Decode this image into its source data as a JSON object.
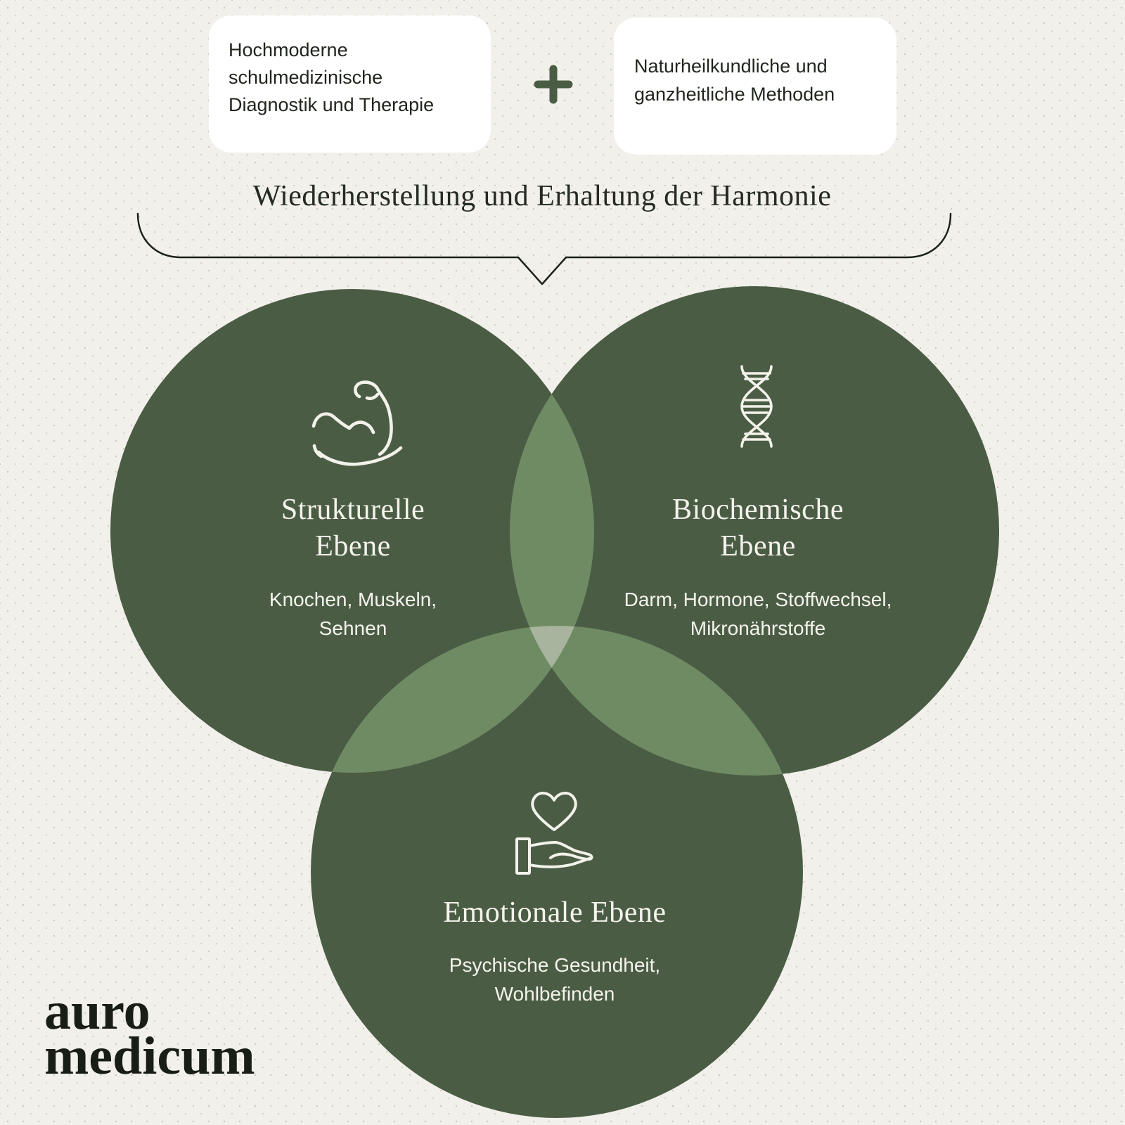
{
  "background_color": "#f2f0ea",
  "header": {
    "left_box": {
      "lines": [
        "Hochmoderne",
        "schulmedizinische",
        "Diagnostik und Therapie"
      ]
    },
    "plus_symbol": "+",
    "plus_color": "#4b5c44",
    "right_box": {
      "lines": [
        "Naturheilkundliche und",
        "ganzheitliche Methoden"
      ]
    }
  },
  "title": {
    "text": "Wiederherstellung und Erhaltung der Harmonie",
    "color": "#242b21"
  },
  "venn": {
    "circle_color": "#4b5c45",
    "overlap_color": "#6f8b64",
    "center_overlap_color": "#a8b49e",
    "icon_stroke_color": "#f3f2ea",
    "text_color": "#f4f3ec",
    "circles": [
      {
        "name": "structural",
        "icon": "bicep-icon",
        "heading_lines": [
          "Strukturelle",
          "Ebene"
        ],
        "body_lines": [
          "Knochen, Muskeln,",
          "Sehnen"
        ]
      },
      {
        "name": "biochemical",
        "icon": "dna-icon",
        "heading_lines": [
          "Biochemische",
          "Ebene"
        ],
        "body_lines": [
          "Darm, Hormone, Stoffwechsel,",
          "Mikronährstoffe"
        ]
      },
      {
        "name": "emotional",
        "icon": "heart-hand-icon",
        "heading_lines": [
          "Emotionale Ebene"
        ],
        "body_lines": [
          "Psychische Gesundheit,",
          "Wohlbefinden"
        ]
      }
    ]
  },
  "logo": {
    "lines": [
      "auro",
      "medicum"
    ],
    "color": "#181d16"
  }
}
